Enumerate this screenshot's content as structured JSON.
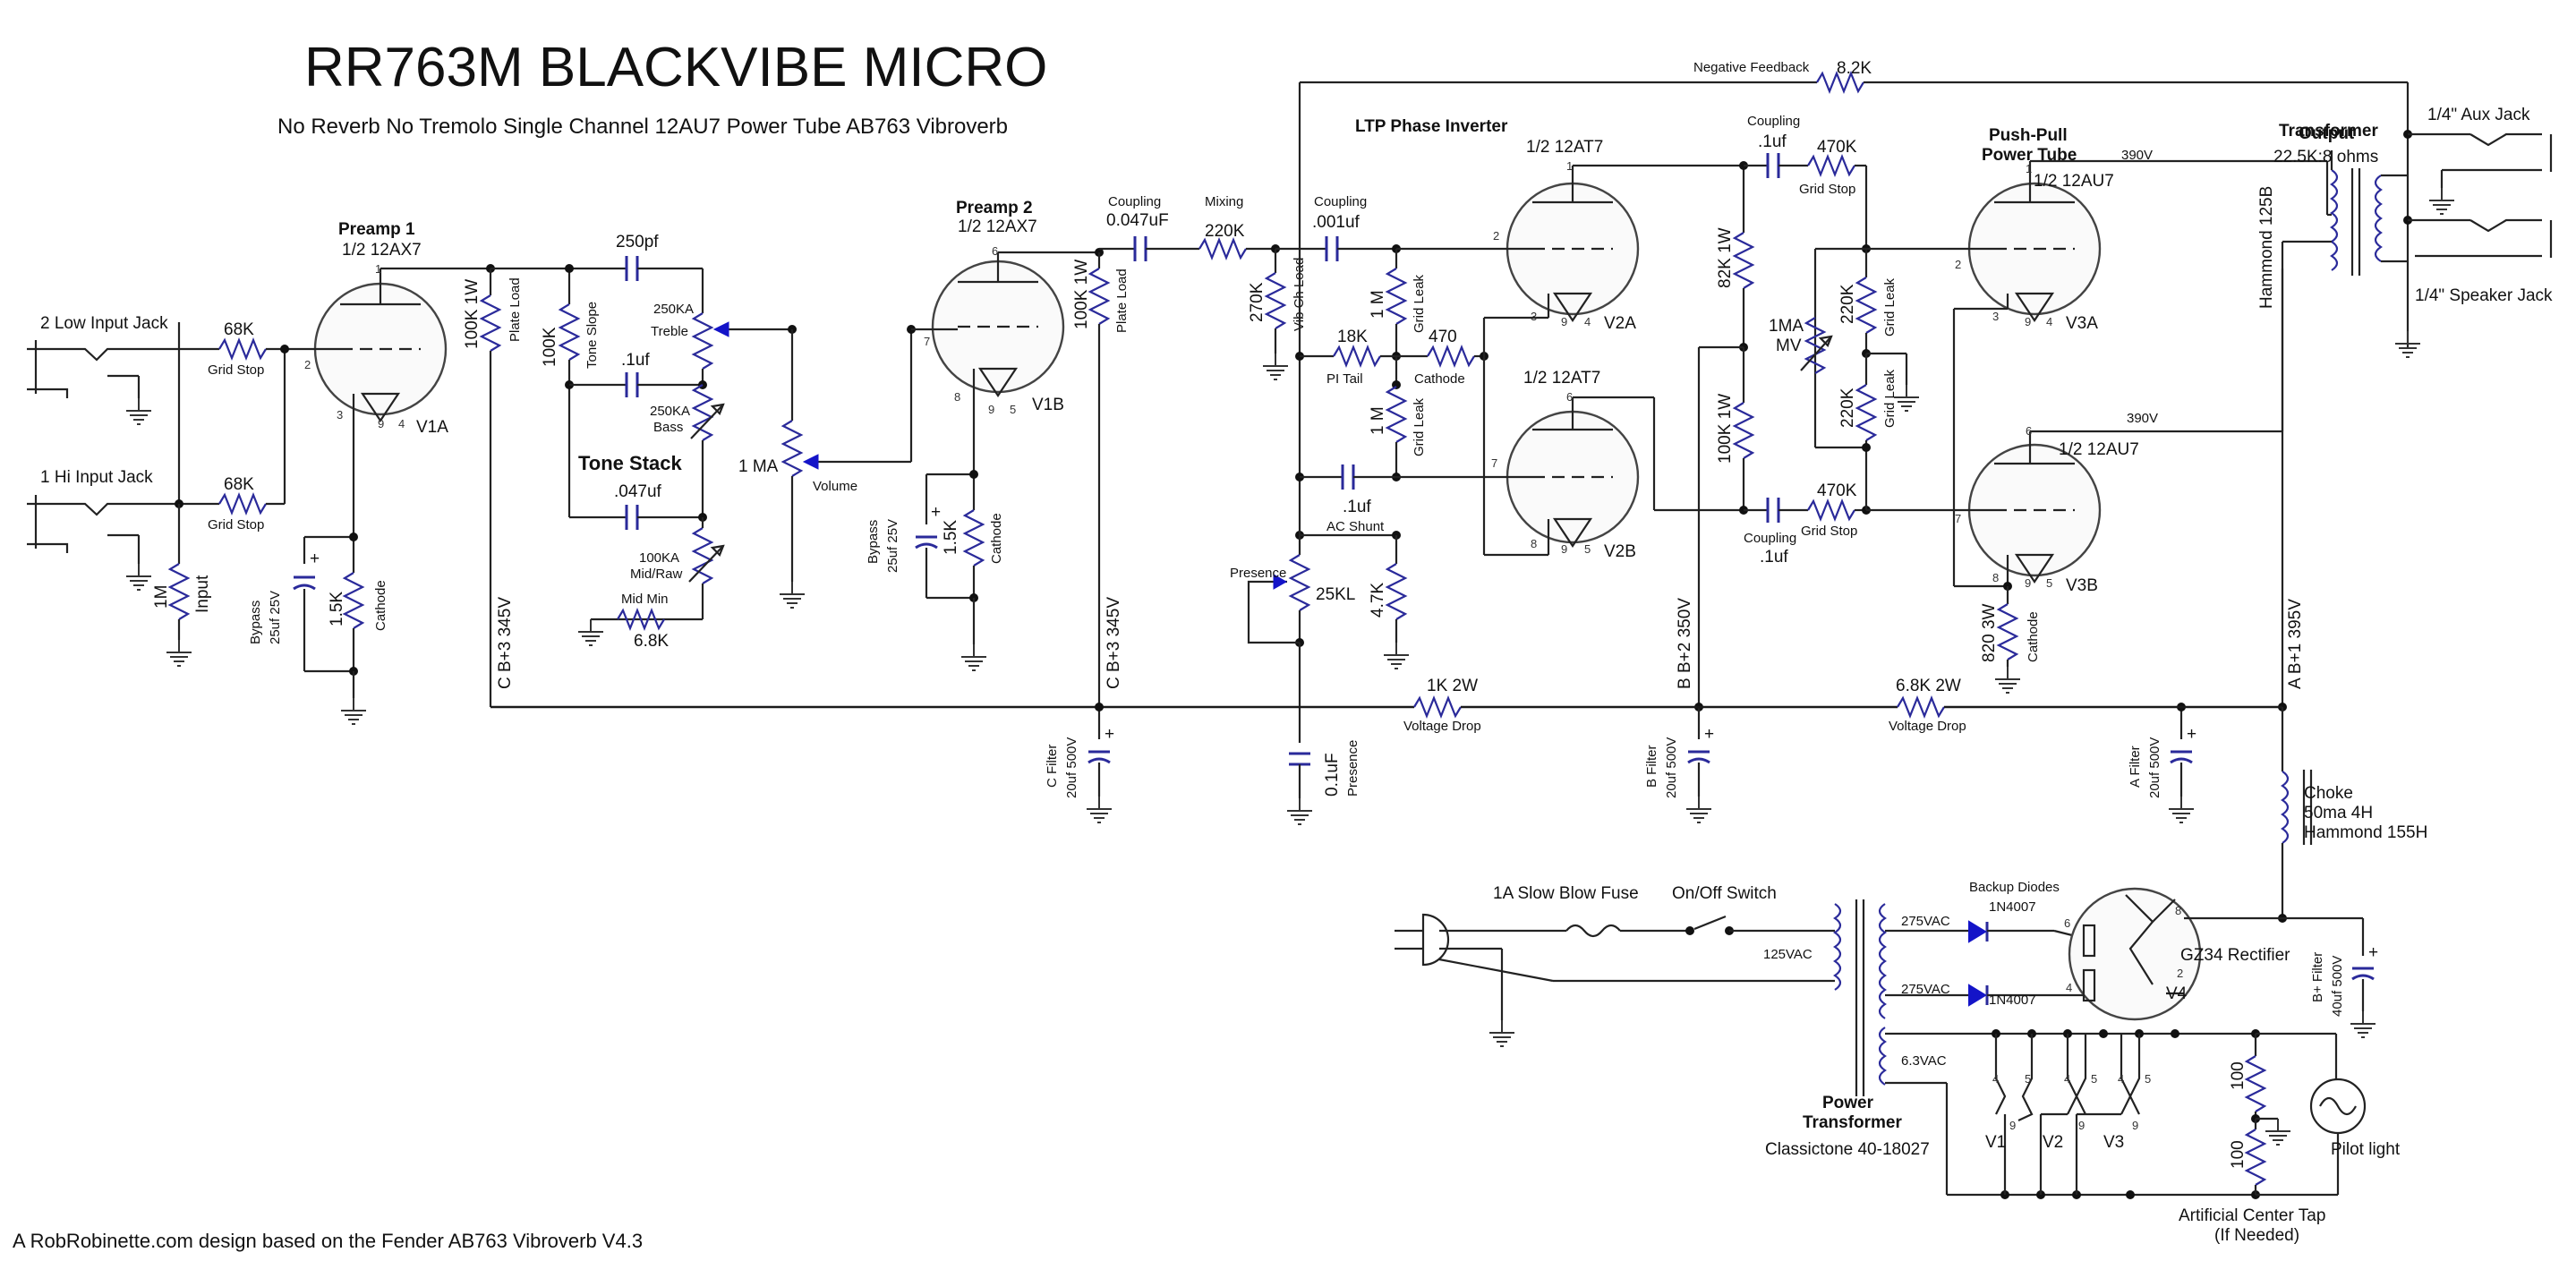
{
  "title": "RR763M BLACKVIBE MICRO",
  "subtitle": "No Reverb No Tremolo Single Channel 12AU7 Power Tube AB763 Vibroverb",
  "footer": "A RobRobinette.com design based on the Fender AB763 Vibroverb  V4.3",
  "colors": {
    "wire": "#222222",
    "component": "#2a2a9a",
    "arrow": "#1414c8",
    "background": "#ffffff"
  },
  "inputs": {
    "low_jack": "2 Low Input Jack",
    "hi_jack": "1 Hi Input Jack",
    "r_low": "68K",
    "r_low_role": "Grid Stop",
    "r_hi": "68K",
    "r_hi_role": "Grid Stop",
    "r_input": "1M",
    "r_input_role": "Input"
  },
  "preamp1": {
    "title": "Preamp 1",
    "tube": "1/2 12AX7",
    "name": "V1A",
    "pins": {
      "plate": "1",
      "grid": "2",
      "cathode": "3",
      "heater_a": "9",
      "heater_b": "4"
    },
    "plate_load": "100K 1W",
    "plate_load_role": "Plate Load",
    "bypass": "Bypass\n25uf 25V",
    "bypass_line1": "Bypass",
    "bypass_line2": "25uf 25V",
    "cathode_r": "1.5K",
    "cathode_role": "Cathode",
    "rail": "C  B+3 345V"
  },
  "tone_stack": {
    "title": "Tone Stack",
    "c_treble": "250pf",
    "r_slope": "100K",
    "r_slope_role": "Tone Slope",
    "treble_pot": "250KA",
    "treble_role": "Treble",
    "c_bass": ".1uf",
    "bass_pot": "250KA",
    "bass_role": "Bass",
    "c_mid": ".047uf",
    "mid_pot": "100KA",
    "mid_role": "Mid/Raw",
    "mid_min_label": "Mid Min",
    "mid_min": "6.8K",
    "volume_pot": "1 MA",
    "volume_role": "Volume"
  },
  "preamp2": {
    "title": "Preamp 2",
    "tube": "1/2 12AX7",
    "name": "V1B",
    "pins": {
      "plate": "6",
      "grid": "7",
      "cathode": "8",
      "heater_a": "9",
      "heater_b": "5"
    },
    "plate_load": "100K 1W",
    "plate_load_role": "Plate Load",
    "bypass_line1": "Bypass",
    "bypass_line2": "25uf 25V",
    "cathode_r": "1.5K",
    "cathode_role": "Cathode",
    "rail": "C  B+3 345V",
    "coupling_label": "Coupling",
    "coupling": "0.047uF",
    "mixing_label": "Mixing",
    "mixing": "220K",
    "filter_line1": "C Filter",
    "filter_line2": "20uf 500V"
  },
  "phase_inverter": {
    "title": "LTP Phase Inverter",
    "coupling_label": "Coupling",
    "coupling": ".001uf",
    "vib_load": "270K",
    "vib_load_role": "Vib Ch Load",
    "pi_tail": "18K",
    "pi_tail_role": "PI Tail",
    "grid_leak_a": "1 M",
    "grid_leak_b": "1 M",
    "grid_leak_role": "Grid Leak",
    "cathode_r": "470",
    "cathode_role": "Cathode",
    "tube_a": "1/2 12AT7",
    "name_a": "V2A",
    "tube_b": "1/2 12AT7",
    "name_b": "V2B",
    "pins_a": {
      "plate": "1",
      "grid": "2",
      "cathode": "3",
      "h1": "9",
      "h2": "4"
    },
    "pins_b": {
      "plate": "6",
      "grid": "7",
      "cathode": "8",
      "h1": "9",
      "h2": "5"
    },
    "ac_shunt_c": ".1uf",
    "ac_shunt_role": "AC Shunt",
    "presence_label": "Presence",
    "presence_pot": "25KL",
    "presence_r": "4.7K",
    "presence_c": "0.1uF",
    "presence_c_role": "Presence",
    "plate_r_a": "82K 1W",
    "plate_r_b": "100K 1W",
    "rail": "B  B+2 350V",
    "filter_line1": "B Filter",
    "filter_line2": "20uf 500V"
  },
  "power": {
    "title_line1": "Push-Pull",
    "title_line2": "Power Tube",
    "tube_a": "1/2 12AU7",
    "name_a": "V3A",
    "tube_b": "1/2 12AU7",
    "name_b": "V3B",
    "pins_a": {
      "plate": "1",
      "grid": "2",
      "cathode": "3",
      "h1": "9",
      "h2": "4"
    },
    "pins_b": {
      "plate": "6",
      "grid": "7",
      "cathode": "8",
      "h1": "9",
      "h2": "5"
    },
    "plate_v_a": "390V",
    "plate_v_b": "390V",
    "coupling_label": "Coupling",
    "coupling_a": ".1uf",
    "coupling_b": ".1uf",
    "grid_stop_a": "470K",
    "grid_stop_b": "470K",
    "grid_stop_role": "Grid Stop",
    "mv_pot": "1MA",
    "mv_role": "MV",
    "grid_leak_a": "220K",
    "grid_leak_b": "220K",
    "grid_leak_role": "Grid Leak",
    "cathode_r": "820 3W",
    "cathode_role": "Cathode",
    "rail": "A  B+1 395V",
    "filter_line1": "A Filter",
    "filter_line2": "20uf 500V"
  },
  "feedback": {
    "label": "Negative Feedback",
    "value": "8.2K"
  },
  "output": {
    "title_line1": "Output",
    "title_line2": "Transformer",
    "ratio": "22.5K:8 ohms",
    "model": "Hammond 125B",
    "aux_jack": "1/4\" Aux Jack",
    "speaker_jack": "1/4\" Speaker Jack"
  },
  "drops": {
    "r1": "1K 2W",
    "r2": "6.8K 2W",
    "role": "Voltage Drop"
  },
  "choke": {
    "line1": "Choke",
    "line2": "50ma 4H",
    "line3": "Hammond 155H"
  },
  "supply": {
    "fuse": "1A Slow Blow Fuse",
    "switch": "On/Off Switch",
    "primary": "125VAC",
    "hv_a": "275VAC",
    "hv_b": "275VAC",
    "diodes_label": "Backup Diodes",
    "diode_a": "1N4007",
    "diode_b": "1N4007",
    "rectifier": "GZ34 Rectifier",
    "rect_name": "V4",
    "rect_pins": {
      "a": "6",
      "b": "4",
      "k": "8",
      "h": "2"
    },
    "filter_line1": "B+ Filter",
    "filter_line2": "40uf 500V",
    "heater_v": "6.3VAC",
    "transformer_line1": "Power",
    "transformer_line2": "Transformer",
    "transformer_model": "Classictone 40-18027",
    "heaters": [
      {
        "name": "V1",
        "p1": "4",
        "p2": "5",
        "p3": "9"
      },
      {
        "name": "V2",
        "p1": "4",
        "p2": "5",
        "p3": "9"
      },
      {
        "name": "V3",
        "p1": "4",
        "p2": "5",
        "p3": "9"
      }
    ],
    "ct_r1": "100",
    "ct_r2": "100",
    "center_tap_line1": "Artificial Center Tap",
    "center_tap_line2": "(If Needed)",
    "pilot": "Pilot light"
  }
}
